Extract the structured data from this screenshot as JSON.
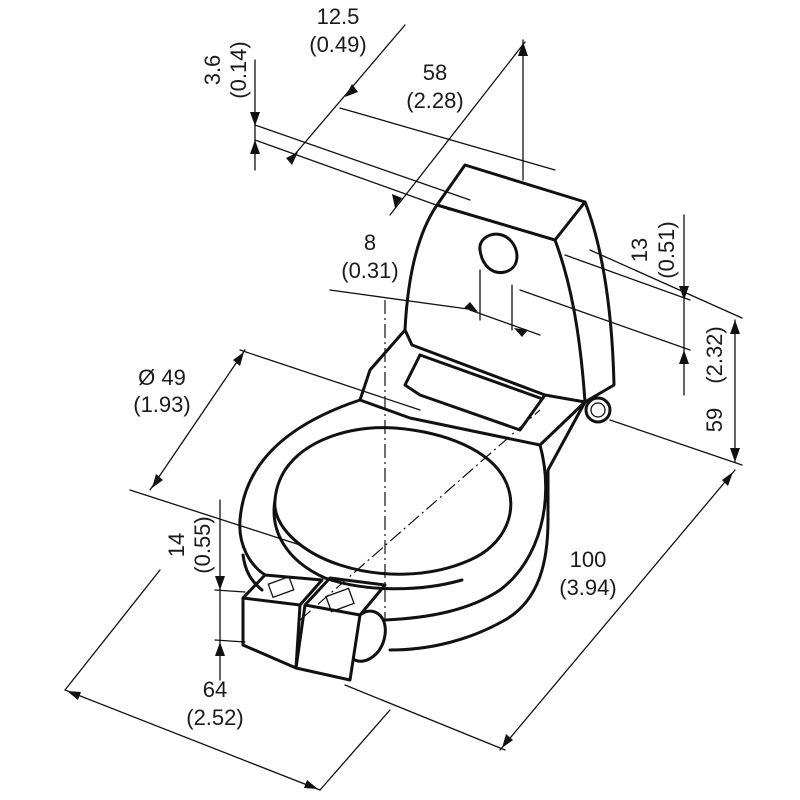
{
  "drawing": {
    "dimensions": [
      {
        "id": "d-12-5",
        "mm": "12.5",
        "inch": "(0.49)"
      },
      {
        "id": "d-3-6",
        "mm": "3.6",
        "inch": "(0.14)"
      },
      {
        "id": "d-58",
        "mm": "58",
        "inch": "(2.28)"
      },
      {
        "id": "d-8",
        "mm": "8",
        "inch": "(0.31)"
      },
      {
        "id": "d-13",
        "mm": "13",
        "inch": "(0.51)"
      },
      {
        "id": "d-59",
        "mm": "59",
        "inch": "(2.32)"
      },
      {
        "id": "d-dia-49",
        "mm": "Ø 49",
        "inch": "(1.93)"
      },
      {
        "id": "d-14",
        "mm": "14",
        "inch": "(0.55)"
      },
      {
        "id": "d-100",
        "mm": "100",
        "inch": "(3.94)"
      },
      {
        "id": "d-64",
        "mm": "64",
        "inch": "(2.52)"
      }
    ]
  }
}
